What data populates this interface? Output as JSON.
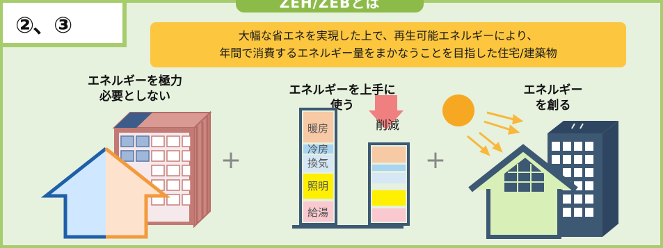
{
  "header": {
    "title": "ZEH/ZEBとは",
    "number_label": "②、③"
  },
  "banner": {
    "line1": "大幅な省エネを実現した上で、再生可能エネルギーにより、",
    "line2": "年間で消費するエネルギー量をまかなうことを目指した住宅/建築物"
  },
  "sections": {
    "save": {
      "line1": "エネルギーを極力",
      "line2": "必要としない"
    },
    "use": {
      "line1": "エネルギーを上手に",
      "line2": "使う"
    },
    "create": {
      "line1": "エネルギー",
      "line2": "を創る"
    }
  },
  "energy_chart": {
    "reduction_label": "削減",
    "segments": [
      "暖房",
      "冷房",
      "換気",
      "照明",
      "給湯"
    ]
  },
  "operators": {
    "plus": "+"
  },
  "colors": {
    "frame_border": "#a6cc6c",
    "frame_bg": "#e6f1de",
    "banner": "#fcc63e",
    "house_light": "#cfe8ff",
    "house_dark_outline": "#1e5fa8",
    "house_orange": "#f29a3c",
    "reduction_arrow": "#f08080",
    "sun": "#f7a823",
    "building_dark": "#3d5873"
  }
}
